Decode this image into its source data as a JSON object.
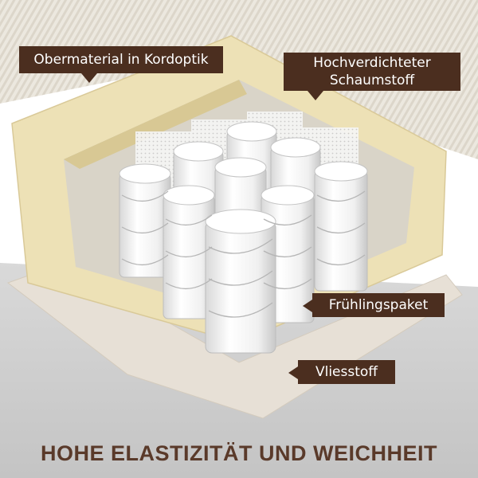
{
  "labels": {
    "cover": "Obermaterial in Kordoptik",
    "foam_line1": "Hochverdichteter",
    "foam_line2": "Schaumstoff",
    "springs": "Frühlingspaket",
    "fleece": "Vliesstoff"
  },
  "headline": "HOHE ELASTIZITÄT UND WEICHHEIT",
  "colors": {
    "callout_bg": "#4b2e1f",
    "callout_text": "#ffffff",
    "headline": "#5a3a2a",
    "foam": "#ede1b6",
    "cord_fabric": "#ece8df",
    "fleece": "#e7e0d6",
    "springs": "#f4f4f4",
    "background_gray": "#cfcfcf"
  }
}
